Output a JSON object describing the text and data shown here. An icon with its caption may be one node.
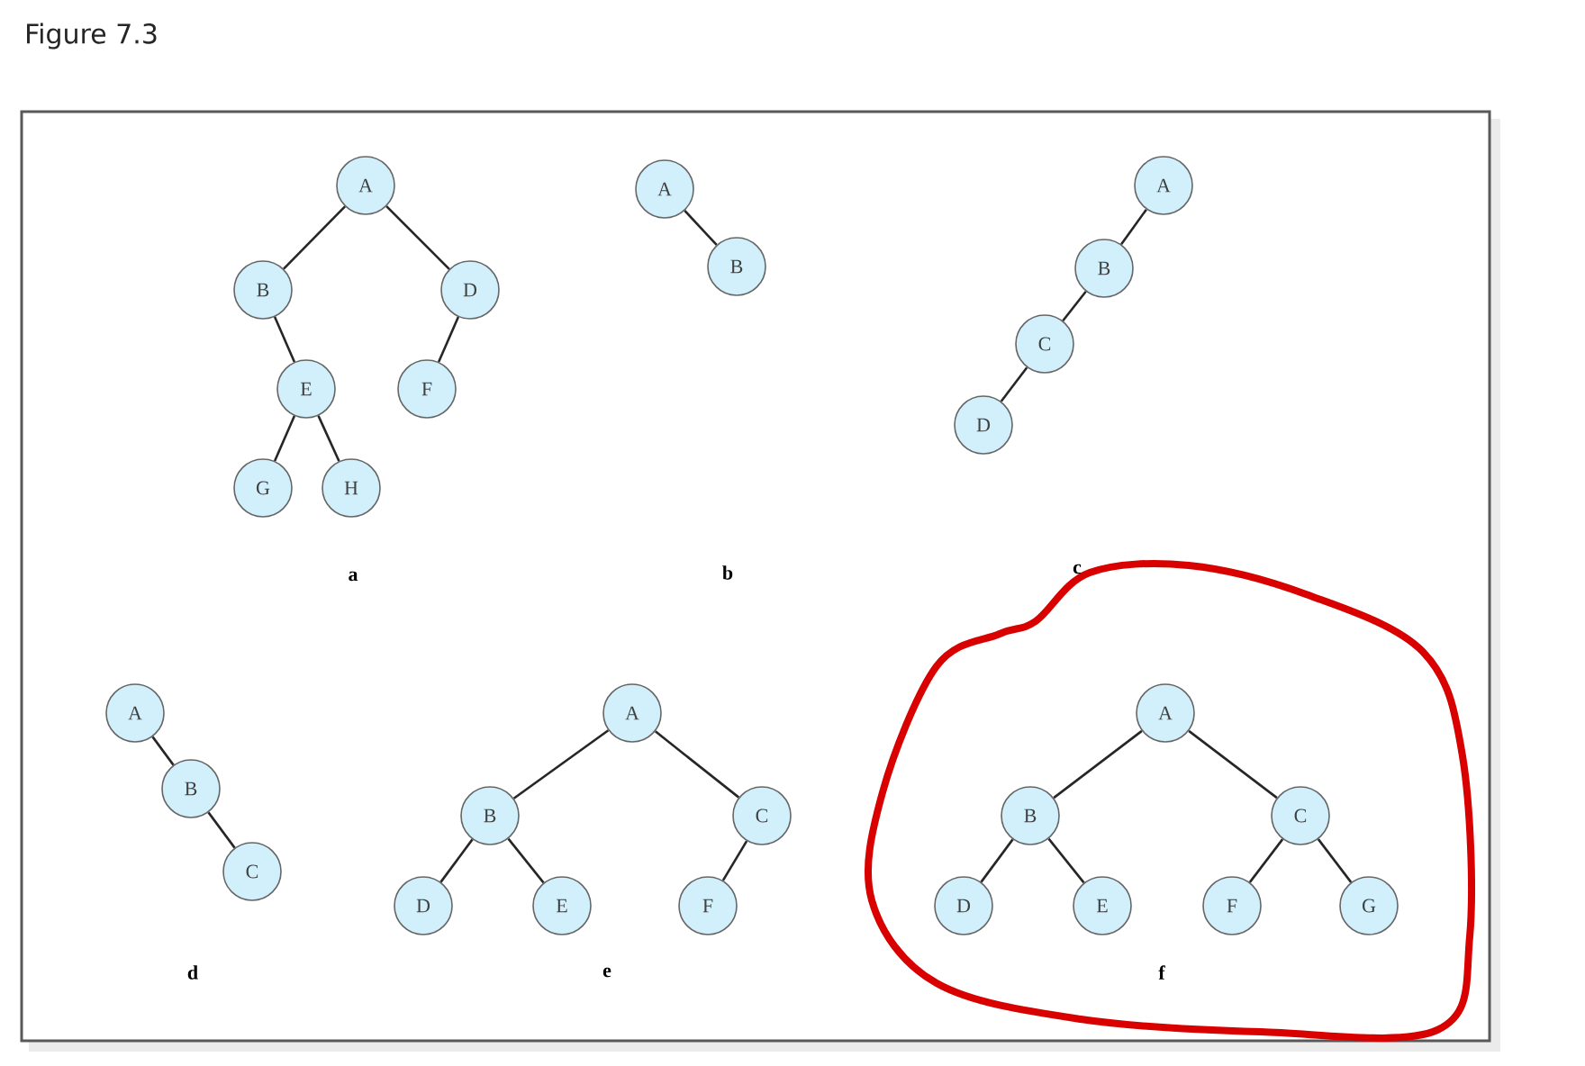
{
  "diagram": {
    "title": "Figure 7.3",
    "nodes": [
      {
        "text": [
          "A"
        ]
      },
      {
        "text": [
          "B"
        ]
      },
      {
        "text": [
          "D"
        ]
      },
      {
        "text": [
          "E"
        ]
      },
      {
        "text": [
          "F"
        ]
      },
      {
        "text": [
          "G"
        ]
      },
      {
        "text": [
          "H"
        ]
      },
      {
        "text": [
          "A"
        ]
      },
      {
        "text": [
          "B"
        ]
      },
      {
        "text": [
          "A"
        ]
      },
      {
        "text": [
          "B"
        ]
      },
      {
        "text": [
          "C"
        ]
      },
      {
        "text": [
          "D"
        ]
      },
      {
        "text": [
          "A"
        ]
      },
      {
        "text": [
          "B"
        ]
      },
      {
        "text": [
          "C"
        ]
      },
      {
        "text": [
          "A"
        ]
      },
      {
        "text": [
          "B"
        ]
      },
      {
        "text": [
          "C"
        ]
      },
      {
        "text": [
          "D"
        ]
      },
      {
        "text": [
          "E"
        ]
      },
      {
        "text": [
          "F"
        ]
      },
      {
        "text": [
          "A"
        ]
      },
      {
        "text": [
          "B"
        ]
      },
      {
        "text": [
          "C"
        ]
      },
      {
        "text": [
          "D"
        ]
      },
      {
        "text": [
          "E"
        ]
      },
      {
        "text": [
          "F"
        ]
      },
      {
        "text": [
          "G"
        ]
      }
    ],
    "edges": [
      {
        "from": 0,
        "to": 1,
        "arrow": "none"
      },
      {
        "from": 0,
        "to": 2,
        "arrow": "none"
      },
      {
        "from": 1,
        "to": 3,
        "arrow": "none"
      },
      {
        "from": 2,
        "to": 4,
        "arrow": "none"
      },
      {
        "from": 3,
        "to": 5,
        "arrow": "none"
      },
      {
        "from": 3,
        "to": 6,
        "arrow": "none"
      },
      {
        "from": 7,
        "to": 8,
        "arrow": "none"
      },
      {
        "from": 9,
        "to": 10,
        "arrow": "none"
      },
      {
        "from": 10,
        "to": 11,
        "arrow": "none"
      },
      {
        "from": 11,
        "to": 12,
        "arrow": "none"
      },
      {
        "from": 13,
        "to": 14,
        "arrow": "none"
      },
      {
        "from": 14,
        "to": 15,
        "arrow": "none"
      },
      {
        "from": 16,
        "to": 17,
        "arrow": "none"
      },
      {
        "from": 16,
        "to": 18,
        "arrow": "none"
      },
      {
        "from": 17,
        "to": 19,
        "arrow": "none"
      },
      {
        "from": 17,
        "to": 20,
        "arrow": "none"
      },
      {
        "from": 18,
        "to": 21,
        "arrow": "none"
      },
      {
        "from": 22,
        "to": 23,
        "arrow": "none"
      },
      {
        "from": 22,
        "to": 24,
        "arrow": "none"
      },
      {
        "from": 23,
        "to": 25,
        "arrow": "none"
      },
      {
        "from": 23,
        "to": 26,
        "arrow": "none"
      },
      {
        "from": 24,
        "to": 27,
        "arrow": "none"
      },
      {
        "from": 24,
        "to": 28,
        "arrow": "none"
      }
    ],
    "labels": [
      "a",
      "b",
      "c",
      "d",
      "e",
      "f"
    ]
  }
}
